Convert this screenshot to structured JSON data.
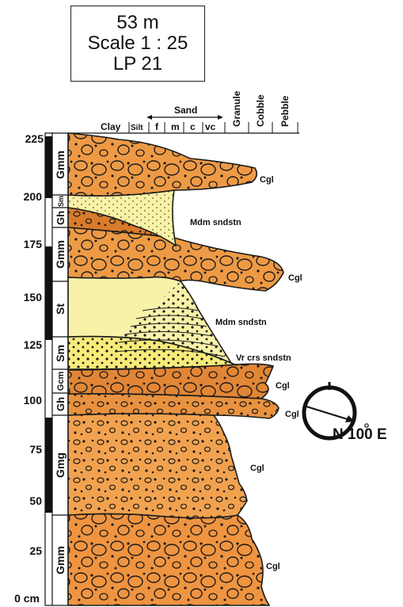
{
  "header": {
    "depth": "53 m",
    "scale": "Scale 1 : 25",
    "section": "LP 21"
  },
  "grain_scale": {
    "sand_label": "Sand",
    "columns": [
      "Clay",
      "Silt",
      "f",
      "m",
      "c",
      "vc",
      "Granule",
      "Cobble",
      "Pebble"
    ]
  },
  "depth_axis": {
    "ticks": [
      "225",
      "200",
      "175",
      "150",
      "125",
      "100",
      "75",
      "50",
      "25",
      "0 cm"
    ]
  },
  "facies_codes": [
    "Gmm",
    "Sm",
    "Gh",
    "Gmm",
    "St",
    "Sm",
    "Gcm",
    "Gh",
    "Gmg",
    "Gmm"
  ],
  "lithology_labels": [
    "Cgl",
    "Mdm sndstn",
    "Cgl",
    "Mdm sndstn",
    "Vr crs sndstn",
    "Cgl",
    "Cgl",
    "Cgl",
    "Cgl"
  ],
  "compass": {
    "label": "N 100 E",
    "azimuth_deg": 100
  },
  "colors": {
    "conglomerate": "#ee9a45",
    "conglomerate_dark": "#d97b2a",
    "sandstone": "#f6ee9a",
    "outline": "#1a1a1a"
  }
}
